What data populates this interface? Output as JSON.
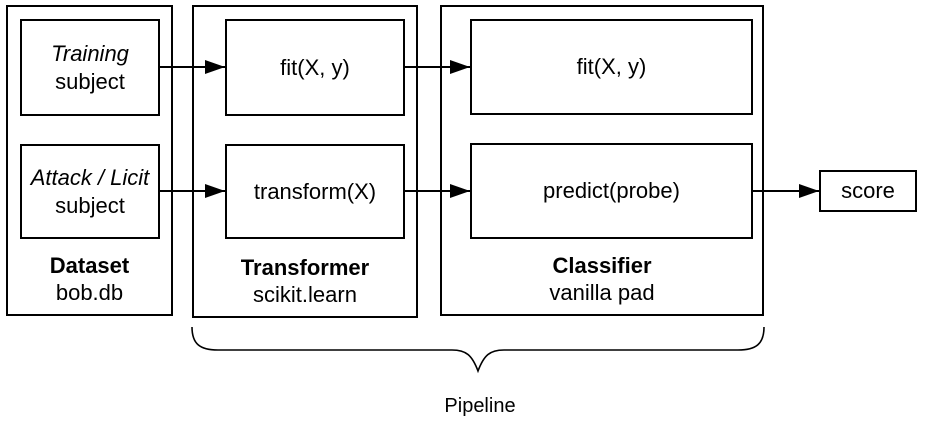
{
  "page": {
    "background": "#ffffff",
    "line_color": "#000000"
  },
  "dataset": {
    "title": "Dataset",
    "subtitle": "bob.db",
    "training_box": {
      "line1": "Training",
      "line2": "subject"
    },
    "attack_box": {
      "line1": "Attack / Licit",
      "line2": "subject"
    }
  },
  "transformer": {
    "title": "Transformer",
    "subtitle": "scikit.learn",
    "fit_box": "fit(X, y)",
    "transform_box": "transform(X)"
  },
  "classifier": {
    "title": "Classifier",
    "subtitle": "vanilla pad",
    "fit_box": "fit(X, y)",
    "predict_box": "predict(probe)"
  },
  "score": {
    "label": "score"
  },
  "pipeline": {
    "label": "Pipeline"
  }
}
